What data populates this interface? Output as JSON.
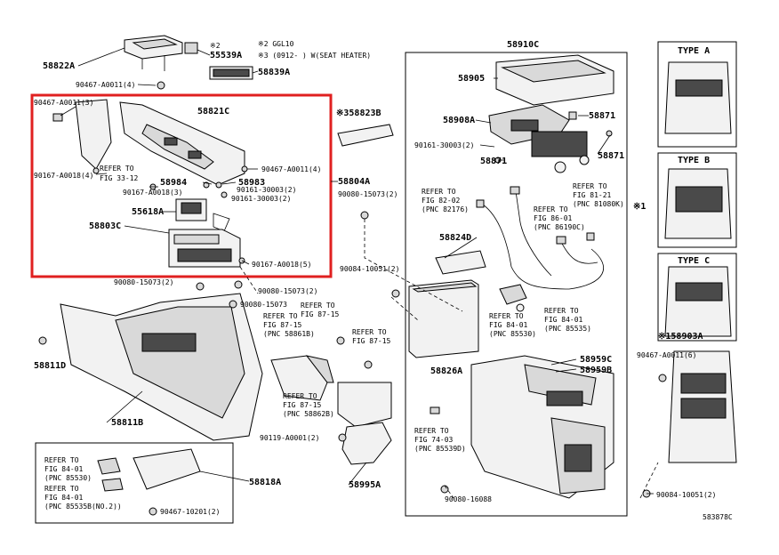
{
  "diagram": {
    "ref_code": "583878C",
    "accent_color": "#e02020",
    "notes": {
      "note2": "※2",
      "note2_ggl": "※2 GGL10",
      "note3": "※3 (0912-    ) W(SEAT HEATER)",
      "note1": "※1"
    },
    "types": [
      "TYPE A",
      "TYPE B",
      "TYPE C"
    ],
    "labels": {
      "p58822A": "58822A",
      "p90467_a0011_4_top": "90467-A0011(4)",
      "p55539A": "55539A",
      "p58839A": "58839A",
      "p90467_a0011_3": "90467-A0011(3)",
      "p58821C": "58821C",
      "p90167_a0018_4": "90167-A0018(4)",
      "p_refer_33_1": "REFER TO",
      "p_refer_33_2": "FIG 33-12",
      "p58984": "58984",
      "p58983": "58983",
      "p90167_a0018_3": "90167-A0018(3)",
      "p90467_a0011_4_mid": "90467-A0011(4)",
      "p90161_30003_2a": "90161-30003(2)",
      "p90161_30003_2b": "90161-30003(2)",
      "p55618A": "55618A",
      "p58803C": "58803C",
      "p90167_a0018_5": "90167-A0018(5)",
      "p58804A": "58804A",
      "p58823B": "※358823B",
      "p58910C": "58910C",
      "p58905": "58905",
      "p58908A": "58908A",
      "p58871a": "58871",
      "p90161_30003_2c": "90161-30003(2)",
      "p58871b": "58871",
      "p58871c": "58871",
      "p90080_15073_2_r": "90080-15073(2)",
      "p_refer_82_1": "REFER TO",
      "p_refer_82_2": "FIG 82-02",
      "p_refer_82_3": "(PNC 82176)",
      "p_refer_81_1": "REFER TO",
      "p_refer_81_2": "FIG 81-21",
      "p_refer_81_3": "(PNC 81080K)",
      "p_refer_86_1": "REFER TO",
      "p_refer_86_2": "FIG 86-01",
      "p_refer_86_3": "(PNC 86190C)",
      "p58824D": "58824D",
      "p90084_10051_2a": "90084-10051(2)",
      "p90080_15073_2_la": "90080-15073(2)",
      "p90080_15073_2_lb": "90080-15073(2)",
      "p90080_15073_lc": "90080-15073",
      "p58811D": "58811D",
      "p_refer_87a_1": "REFER TO",
      "p_refer_87a_2": "FIG 87-15",
      "p_refer_87b_1": "REFER TO",
      "p_refer_87b_2": "FIG 87-15",
      "p_refer_87b_3": "(PNC 58861B)",
      "p_refer_87c_1": "REFER TO",
      "p_refer_87c_2": "FIG 87-15",
      "p_refer_84a_1": "REFER TO",
      "p_refer_84a_2": "FIG 84-01",
      "p_refer_84a_3": "(PNC 85530)",
      "p_refer_84b_1": "REFER TO",
      "p_refer_84b_2": "FIG 84-01",
      "p_refer_84b_3": "(PNC 85535)",
      "p58826A": "58826A",
      "p58959C": "58959C",
      "p58959B": "58959B",
      "p_refer_87d_1": "REFER TO",
      "p_refer_87d_2": "FIG 87-15",
      "p_refer_87d_3": "(PNC 58862B)",
      "p58811B": "58811B",
      "p90119_a0001_2": "90119-A0001(2)",
      "p58995A": "58995A",
      "p_refer_74_1": "REFER TO",
      "p_refer_74_2": "FIG 74-03",
      "p_refer_74_3": "(PNC 85539D)",
      "p90080_16088": "90080-16088",
      "p158903A": "※158903A",
      "p90467_a0011_6": "90467-A0011(6)",
      "p90084_10051_2b": "90084-10051(2)",
      "p_refer_84c_1": "REFER TO",
      "p_refer_84c_2": "FIG 84-01",
      "p_refer_84c_3": "(PNC 85530)",
      "p_refer_84d_1": "REFER TO",
      "p_refer_84d_2": "FIG 84-01",
      "p_refer_84d_3": "(PNC 85535B(NO.2))",
      "p58818A": "58818A",
      "p90467_10201_2": "90467-10201(2)"
    }
  }
}
